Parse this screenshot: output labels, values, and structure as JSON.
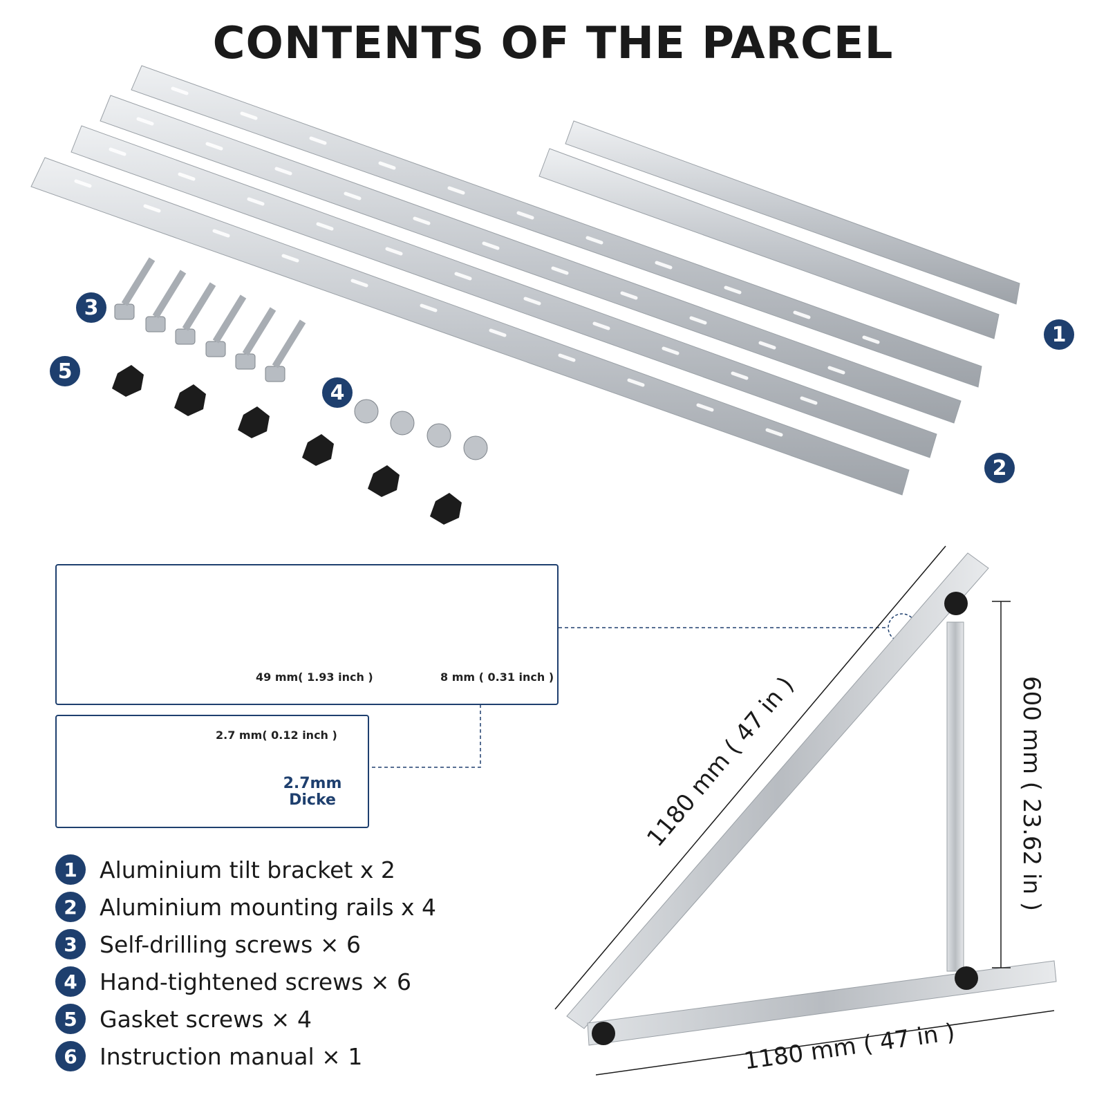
{
  "title": "CONTENTS OF THE PARCEL",
  "badges": {
    "b1": "1",
    "b2": "2",
    "b3": "3",
    "b4": "4",
    "b5": "5"
  },
  "detail": {
    "spacing_label": "49 mm( 1.93 inch )",
    "hole_label": "8 mm ( 0.31 inch )",
    "thickness_label": "2.7 mm( 0.12 inch )",
    "thickness_badge_line1": "2.7mm",
    "thickness_badge_line2": "Dicke"
  },
  "dimensions": {
    "diagonal": "1180 mm ( 47 in )",
    "vertical": "600 mm ( 23.62 in )",
    "base": "1180 mm ( 47 in )"
  },
  "legend": [
    {
      "num": "1",
      "text": "Aluminium tilt bracket x 2"
    },
    {
      "num": "2",
      "text": "Aluminium mounting rails x 4"
    },
    {
      "num": "3",
      "text": "Self-drilling screws × 6"
    },
    {
      "num": "4",
      "text": "Hand-tightened screws × 6"
    },
    {
      "num": "5",
      "text": "Gasket screws × 4"
    },
    {
      "num": "6",
      "text": "Instruction manual × 1"
    }
  ],
  "colors": {
    "accent": "#1e3f6e",
    "metal": "#c9ccd1",
    "knob": "#1c1c1c"
  }
}
